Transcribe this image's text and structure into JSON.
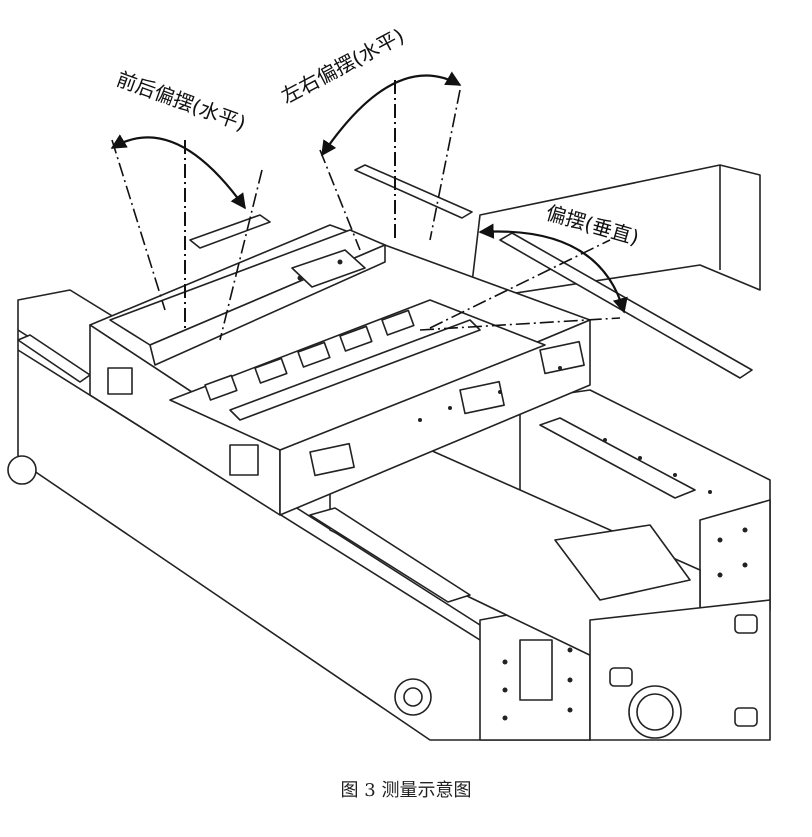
{
  "annotations": {
    "front_back": "前后偏摆(水平)",
    "left_right": "左右偏摆(水平)",
    "vertical": "偏摆(垂直)"
  },
  "caption": "图 3 测量示意图",
  "colors": {
    "line": "#222222",
    "fill": "#ffffff",
    "background": "#ffffff"
  }
}
